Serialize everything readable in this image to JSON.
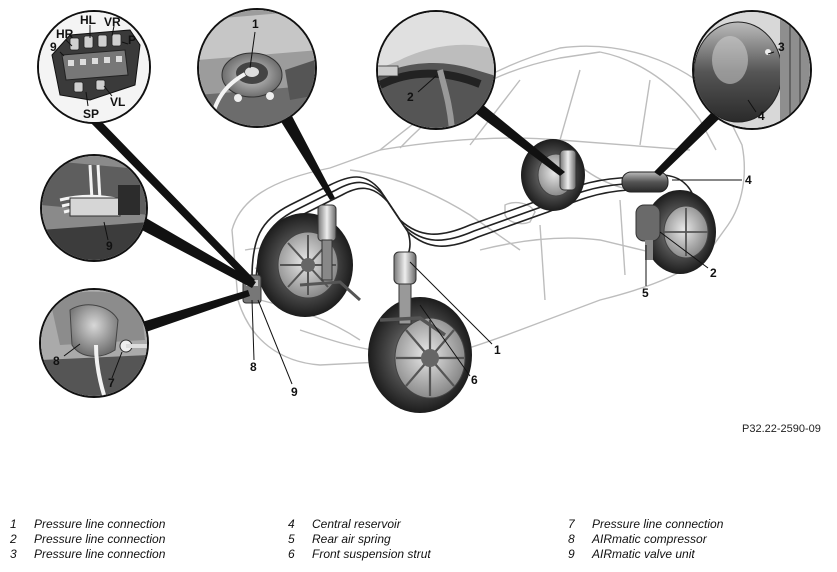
{
  "reference_code": "P32.22-2590-09",
  "callouts": {
    "c1": "1",
    "c2": "2",
    "c3": "3",
    "c4": "4",
    "c5": "5",
    "c6": "6",
    "c7": "7",
    "c8": "8",
    "c9": "9"
  },
  "valve_unit_labels": {
    "hl": "HL",
    "vr": "VR",
    "hr": "HR",
    "p": "P",
    "nine": "9",
    "vl": "VL",
    "sp": "SP"
  },
  "legend": {
    "columns": [
      [
        {
          "num": "1",
          "text": "Pressure line connection"
        },
        {
          "num": "2",
          "text": "Pressure line connection"
        },
        {
          "num": "3",
          "text": "Pressure line connection"
        }
      ],
      [
        {
          "num": "4",
          "text": "Central reservoir"
        },
        {
          "num": "5",
          "text": "Rear air spring"
        },
        {
          "num": "6",
          "text": "Front suspension strut"
        }
      ],
      [
        {
          "num": "7",
          "text": "Pressure line connection"
        },
        {
          "num": "8",
          "text": "AIRmatic compressor"
        },
        {
          "num": "9",
          "text": "AIRmatic valve unit"
        }
      ]
    ]
  }
}
